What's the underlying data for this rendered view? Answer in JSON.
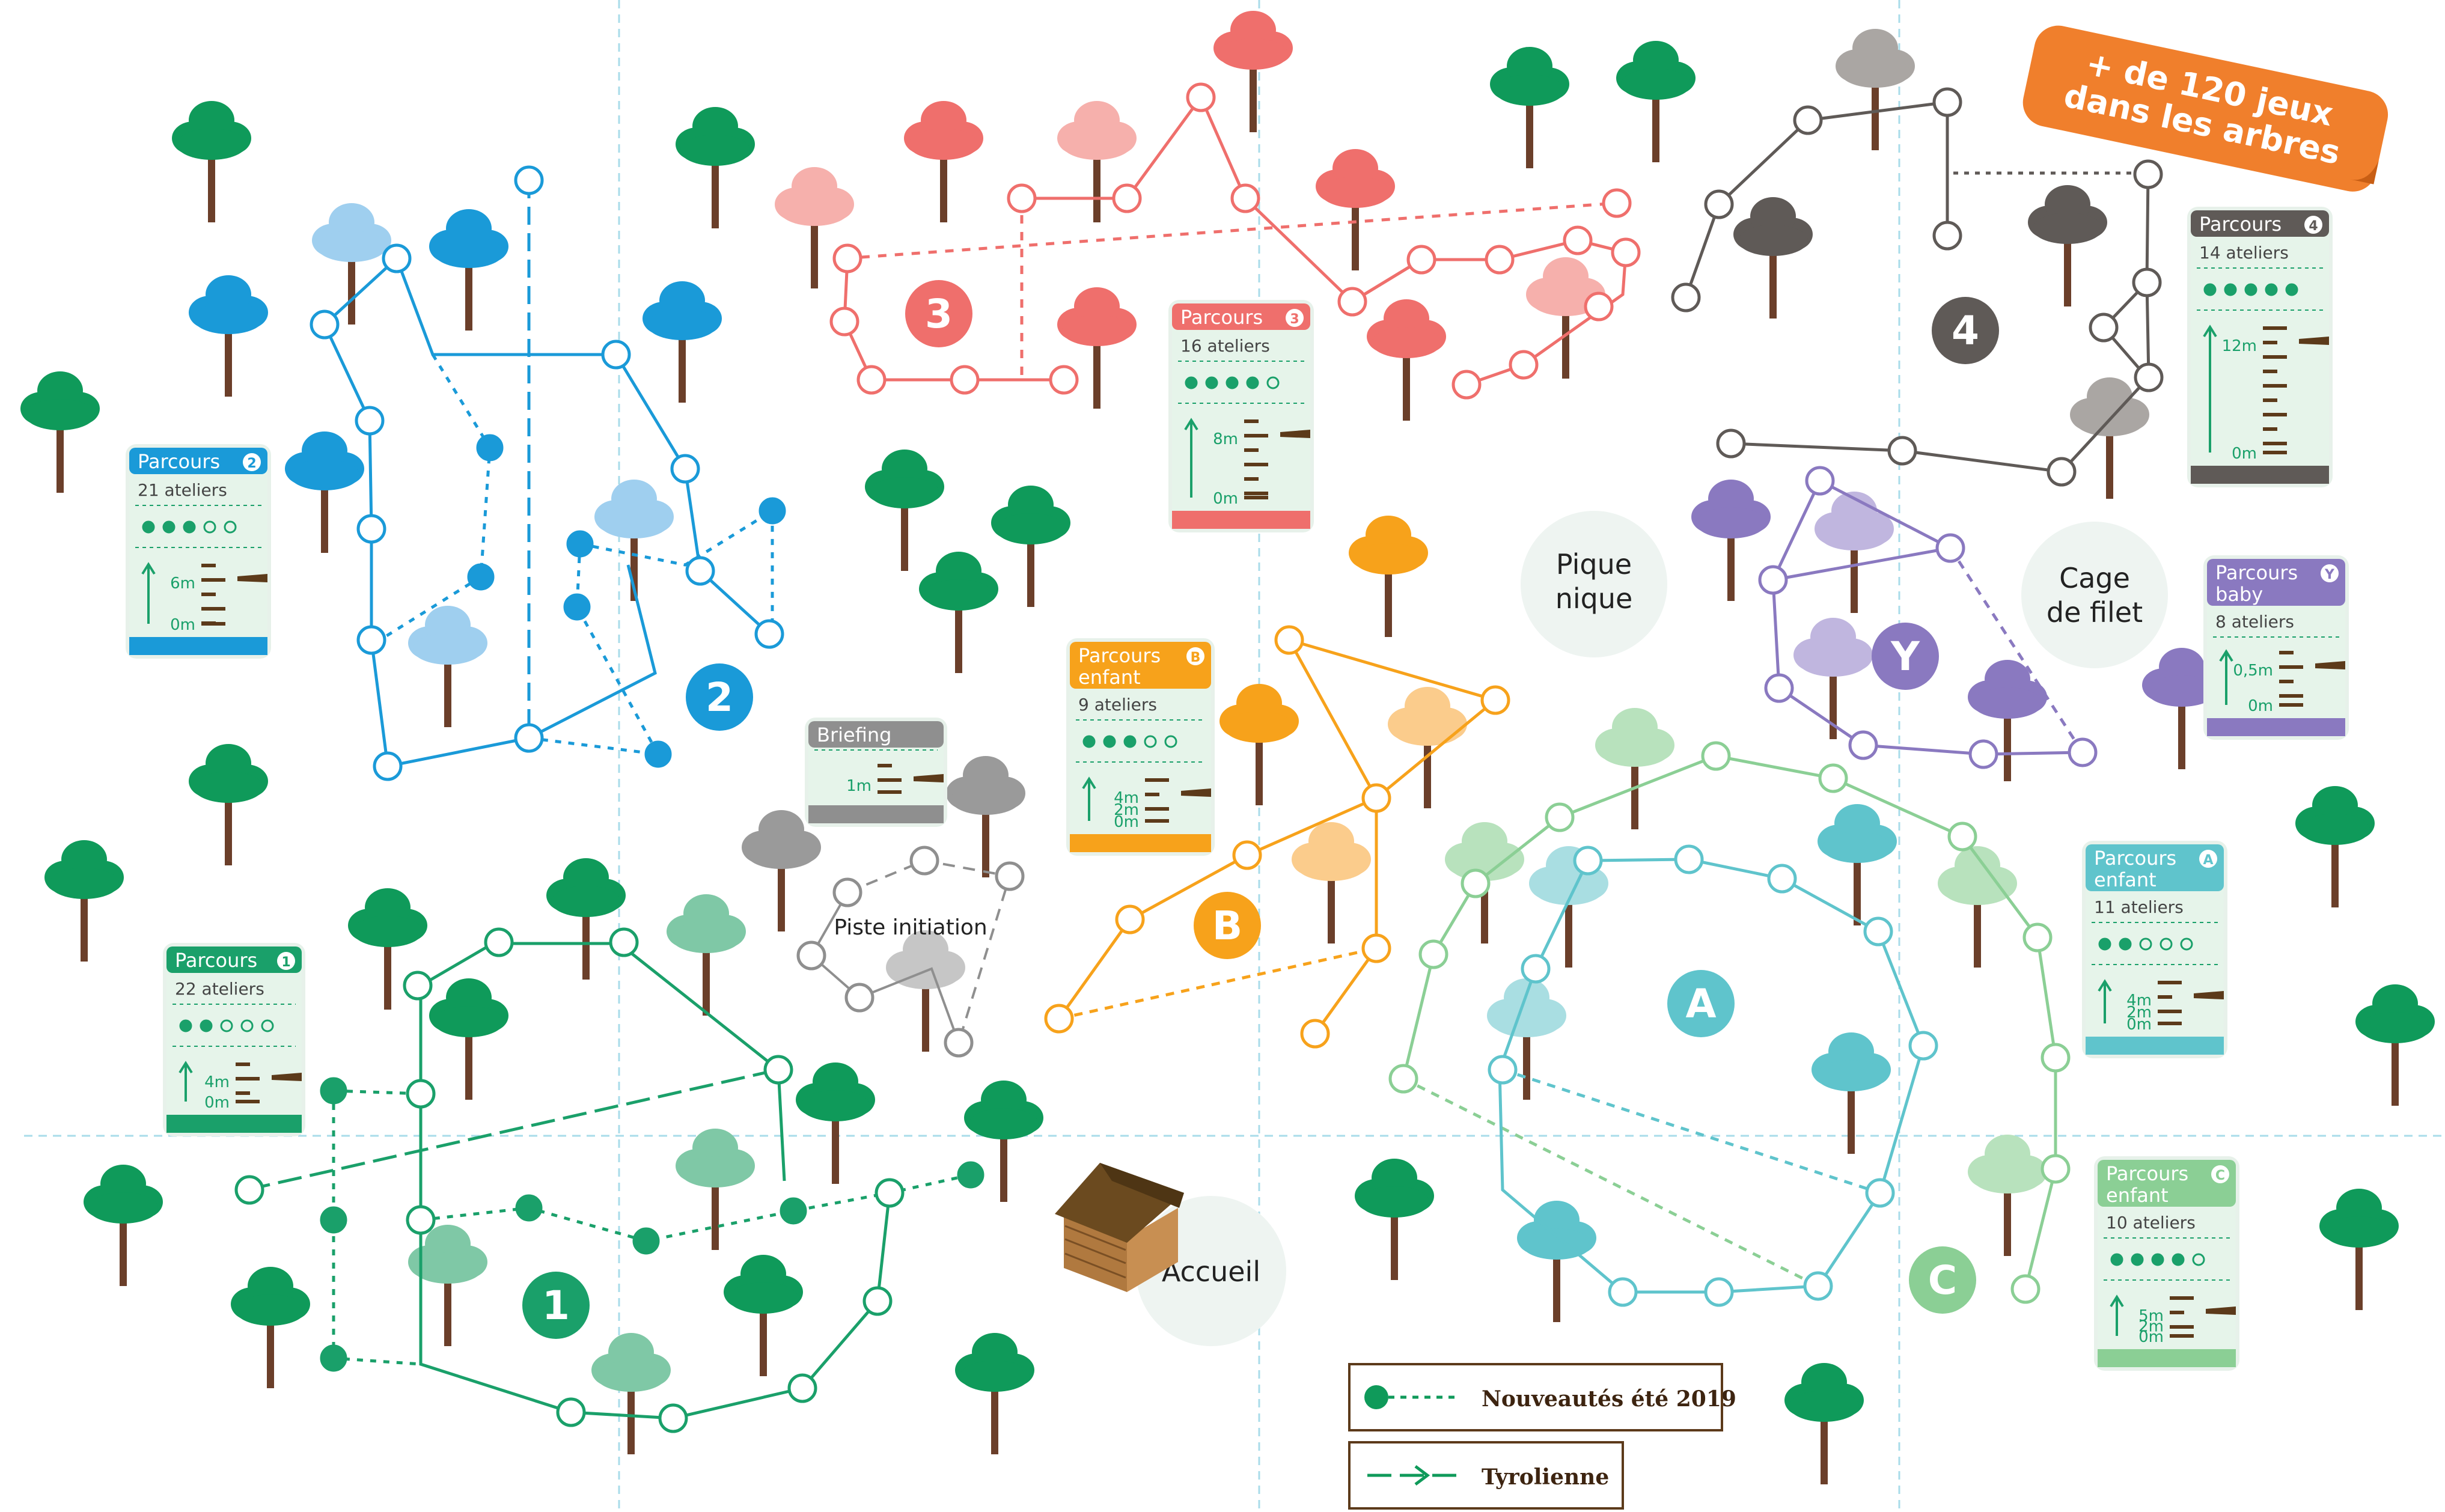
{
  "banner": {
    "line1": "+ de 120 jeux",
    "line2": "dans les arbres",
    "color": "#f07f2c"
  },
  "colors": {
    "c1": "#1aa06a",
    "c2": "#1a9ad8",
    "c3": "#ef6f6c",
    "c4": "#5f5a57",
    "cA": "#5fc4cc",
    "cB": "#f7a21b",
    "cC": "#8bcf95",
    "cY": "#8a79c0",
    "grey": "#8f8f8f",
    "tree": "#0f9a5a",
    "trunk": "#6b3f2a"
  },
  "course_badges": [
    {
      "key": "c1",
      "text": "1"
    },
    {
      "key": "c2",
      "text": "2"
    },
    {
      "key": "c3",
      "text": "3"
    },
    {
      "key": "c4",
      "text": "4"
    },
    {
      "key": "cA",
      "text": "A"
    },
    {
      "key": "cB",
      "text": "B"
    },
    {
      "key": "cC",
      "text": "C"
    },
    {
      "key": "cY",
      "text": "Y"
    }
  ],
  "places": {
    "pique_nique": [
      "Pique",
      "nique"
    ],
    "cage": [
      "Cage",
      "de filet"
    ],
    "accueil": "Accueil",
    "piste": "Piste initiation"
  },
  "cards": {
    "c2": {
      "title": "Parcours",
      "badge": "2",
      "ateliers": "21 ateliers",
      "dots": "3/5",
      "heights": [
        "6m",
        "0m"
      ]
    },
    "c3": {
      "title": "Parcours",
      "badge": "3",
      "ateliers": "16 ateliers",
      "dots": "4/5",
      "heights": [
        "8m",
        "0m"
      ]
    },
    "c4": {
      "title": "Parcours",
      "badge": "4",
      "ateliers": "14 ateliers",
      "dots": "5/5",
      "heights": [
        "12m",
        "0m"
      ]
    },
    "cB": {
      "title": "Parcours",
      "title2": "enfant",
      "badge": "B",
      "ateliers": "9 ateliers",
      "dots": "3/5",
      "heights": [
        "4m",
        "2m",
        "0m"
      ]
    },
    "cY": {
      "title": "Parcours",
      "title2": "baby",
      "badge": "Y",
      "ateliers": "8 ateliers",
      "heights": [
        "0,5m",
        "0m"
      ]
    },
    "c1": {
      "title": "Parcours",
      "badge": "1",
      "ateliers": "22 ateliers",
      "dots": "2/5",
      "heights": [
        "4m",
        "0m"
      ]
    },
    "cA": {
      "title": "Parcours",
      "title2": "enfant",
      "badge": "A",
      "ateliers": "11 ateliers",
      "dots": "2/5",
      "heights": [
        "4m",
        "2m",
        "0m"
      ]
    },
    "cC": {
      "title": "Parcours",
      "title2": "enfant",
      "badge": "C",
      "ateliers": "10 ateliers",
      "dots": "4/5",
      "heights": [
        "5m",
        "2m",
        "0m"
      ]
    },
    "brief": {
      "title": "Briefing",
      "heights": [
        "1m"
      ]
    }
  },
  "legend": {
    "nouveautes": "Nouveautés été 2019",
    "tyrolienne": "Tyrolienne"
  }
}
